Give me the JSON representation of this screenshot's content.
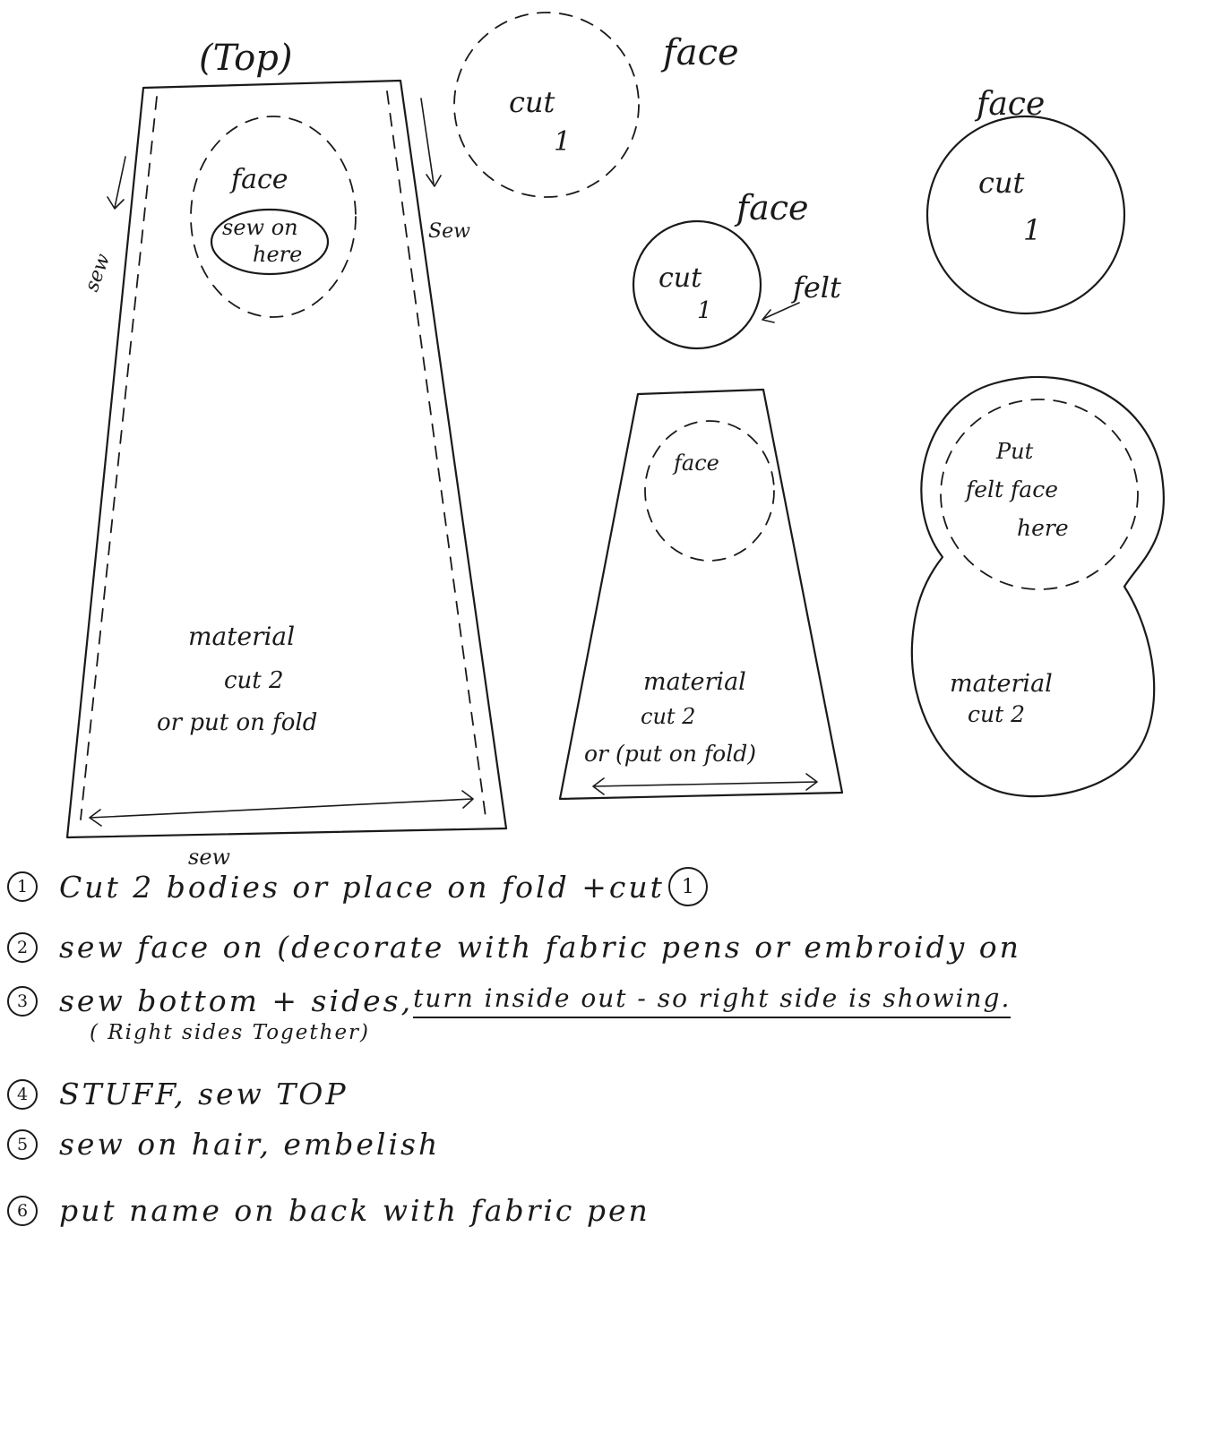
{
  "big_body": {
    "top_label": "(Top)",
    "face": "face",
    "sew_on_1": "sew on",
    "sew_on_2": "here",
    "sew_left": "sew",
    "sew_right": "Sew",
    "material": "material",
    "cut2": "cut 2",
    "fold": "or put on fold",
    "sew_bottom": "sew"
  },
  "face_dashed": {
    "label": "face",
    "cut": "cut",
    "qty": "1"
  },
  "face_felt": {
    "label": "face",
    "cut": "cut",
    "qty": "1",
    "felt": "felt"
  },
  "face_right": {
    "label": "face",
    "cut": "cut",
    "qty": "1"
  },
  "small_body": {
    "face": "face",
    "material": "material",
    "cut2": "cut 2",
    "fold": "or (put on fold)"
  },
  "round_body": {
    "put1": "Put",
    "put2": "felt face",
    "put3": "here",
    "material": "material",
    "cut2": "cut 2"
  },
  "steps": [
    {
      "num": "1",
      "text": "Cut 2 bodies or place on fold +cut",
      "circled": "1"
    },
    {
      "num": "2",
      "text": "sew face on (decorate with fabric pens or embroidy on"
    },
    {
      "num": "3",
      "text_a": "sew bottom + sides, ",
      "text_b": "turn inside out - so right side is showing.",
      "note": "( Right sides Together)"
    },
    {
      "num": "4",
      "text": "STUFF, sew TOP"
    },
    {
      "num": "5",
      "text": "sew on hair, embelish"
    },
    {
      "num": "6",
      "text": "put name on back with fabric pen"
    }
  ]
}
